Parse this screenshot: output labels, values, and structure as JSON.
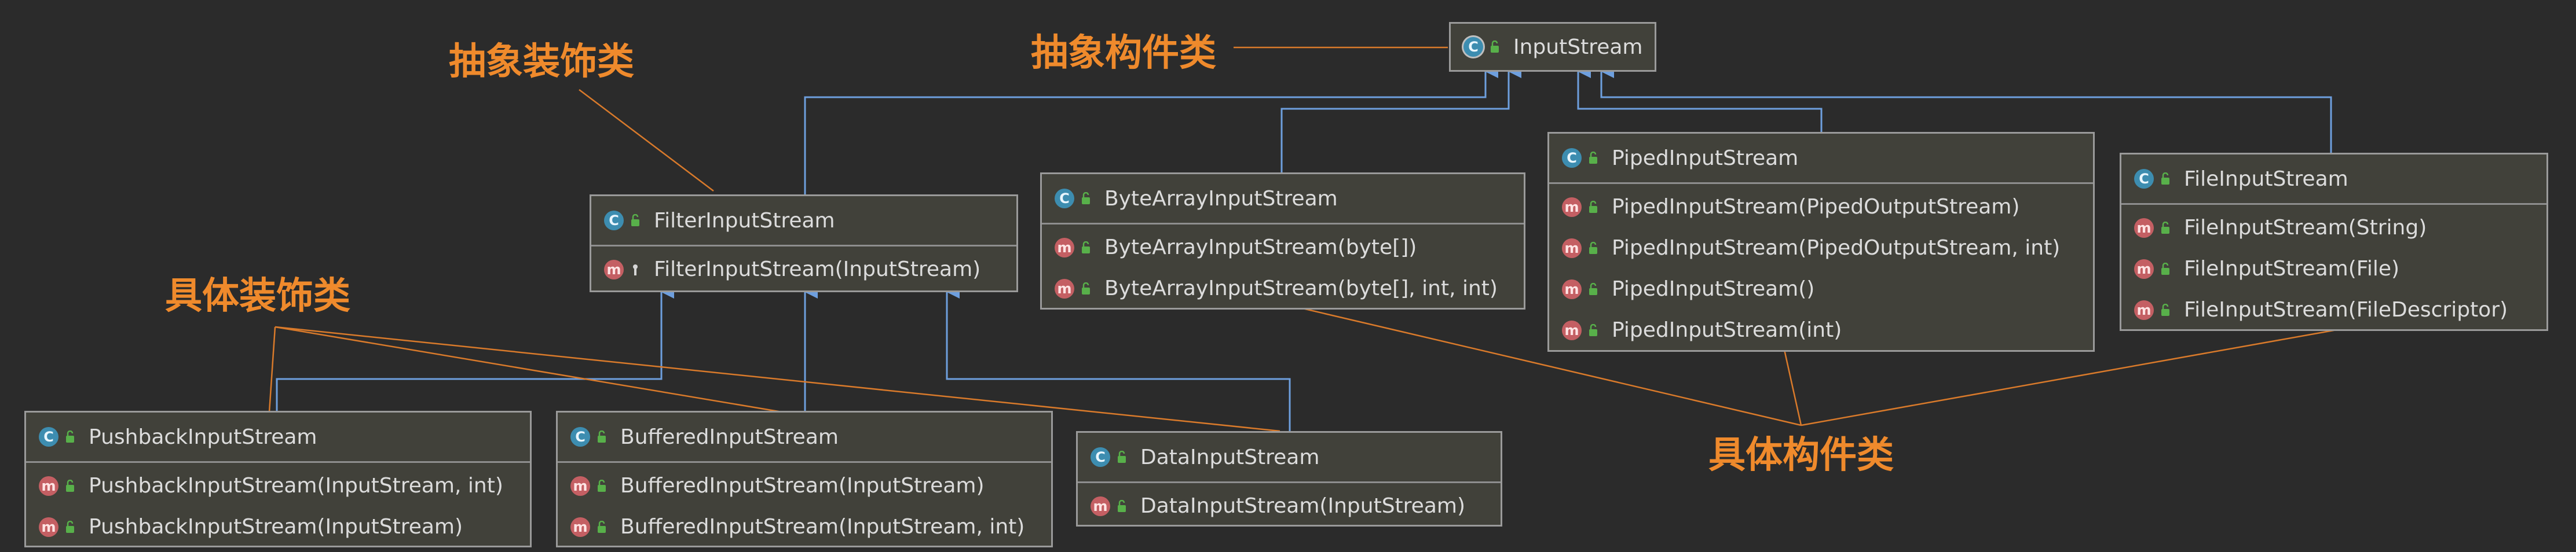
{
  "classes": {
    "input_stream": {
      "name": "InputStream",
      "badge": "C",
      "members": []
    },
    "filter_input_stream": {
      "name": "FilterInputStream",
      "badge": "C",
      "members": [
        "FilterInputStream(InputStream)"
      ]
    },
    "byte_array_input_stream": {
      "name": "ByteArrayInputStream",
      "badge": "C",
      "members": [
        "ByteArrayInputStream(byte[])",
        "ByteArrayInputStream(byte[], int, int)"
      ]
    },
    "piped_input_stream": {
      "name": "PipedInputStream",
      "badge": "C",
      "members": [
        "PipedInputStream(PipedOutputStream)",
        "PipedInputStream(PipedOutputStream, int)",
        "PipedInputStream()",
        "PipedInputStream(int)"
      ]
    },
    "file_input_stream": {
      "name": "FileInputStream",
      "badge": "C",
      "members": [
        "FileInputStream(String)",
        "FileInputStream(File)",
        "FileInputStream(FileDescriptor)"
      ]
    },
    "pushback_input_stream": {
      "name": "PushbackInputStream",
      "badge": "C",
      "members": [
        "PushbackInputStream(InputStream, int)",
        "PushbackInputStream(InputStream)"
      ]
    },
    "buffered_input_stream": {
      "name": "BufferedInputStream",
      "badge": "C",
      "members": [
        "BufferedInputStream(InputStream)",
        "BufferedInputStream(InputStream, int)"
      ]
    },
    "data_input_stream": {
      "name": "DataInputStream",
      "badge": "C",
      "members": [
        "DataInputStream(InputStream)"
      ]
    }
  },
  "member_badge": "m",
  "annotations": {
    "abstract_decorator": "抽象装饰类",
    "abstract_component": "抽象构件类",
    "concrete_decorator": "具体装饰类",
    "concrete_component": "具体构件类"
  },
  "colors": {
    "background": "#2b2b2b",
    "class_box": "#41413a",
    "arrow": "#6e9fde",
    "annotation": "#ef8a2c",
    "class_badge": "#3d8db0",
    "method_badge": "#c45f63"
  }
}
